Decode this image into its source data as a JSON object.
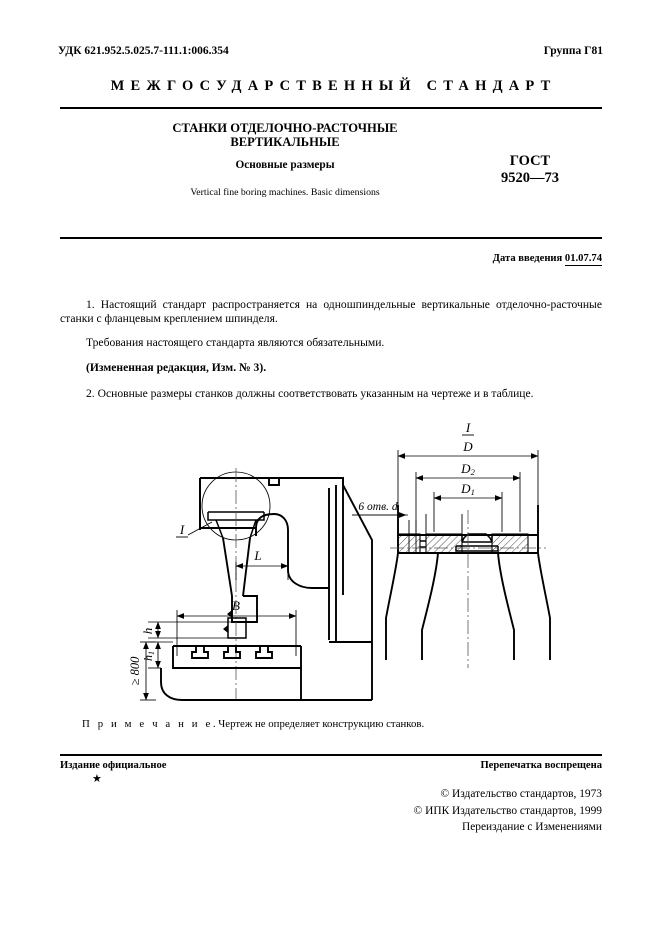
{
  "header": {
    "udk": "УДК 621.952.5.025.7-111.1:006.354",
    "group": "Группа Г81",
    "standard_type": "МЕЖГОСУДАРСТВЕННЫЙ СТАНДАРТ"
  },
  "title": {
    "main_line1": "СТАНКИ ОТДЕЛОЧНО-РАСТОЧНЫЕ",
    "main_line2": "ВЕРТИКАЛЬНЫЕ",
    "subtitle": "Основные размеры",
    "english": "Vertical fine boring machines. Basic dimensions",
    "gost_label": "ГОСТ",
    "gost_number": "9520—73"
  },
  "date": {
    "label": "Дата введения",
    "value": "01.07.74"
  },
  "body": {
    "p1": "1.  Настоящий стандарт распространяется на одношпиндельные вертикальные отделочно-расточные станки с фланцевым креплением шпинделя.",
    "p2": "Требования настоящего стандарта являются обязательными.",
    "p3": "(Измененная редакция, Изм. № 3).",
    "p4": "2.  Основные размеры станков должны соответствовать указанным на чертеже и в таблице."
  },
  "note": {
    "label": "П р и м е ч а н и е",
    "text": ". Чертеж не определяет конструкцию станков."
  },
  "drawing": {
    "detail_marker_left": "I",
    "detail_marker_right": "I",
    "labels": {
      "L": "L",
      "B": "B",
      "h": "h",
      "h1": "h1",
      "min_height": "≥ 800",
      "D": "D",
      "D1": "D1",
      "D2": "D2",
      "holes": "6 отв. d"
    }
  },
  "footer": {
    "official": "Издание официальное",
    "star": "★",
    "reprint": "Перепечатка воспрещена",
    "copyright_lines": [
      "© Издательство стандартов, 1973",
      "© ИПК  Издательство стандартов, 1999",
      "Переиздание с  Изменениями"
    ]
  }
}
